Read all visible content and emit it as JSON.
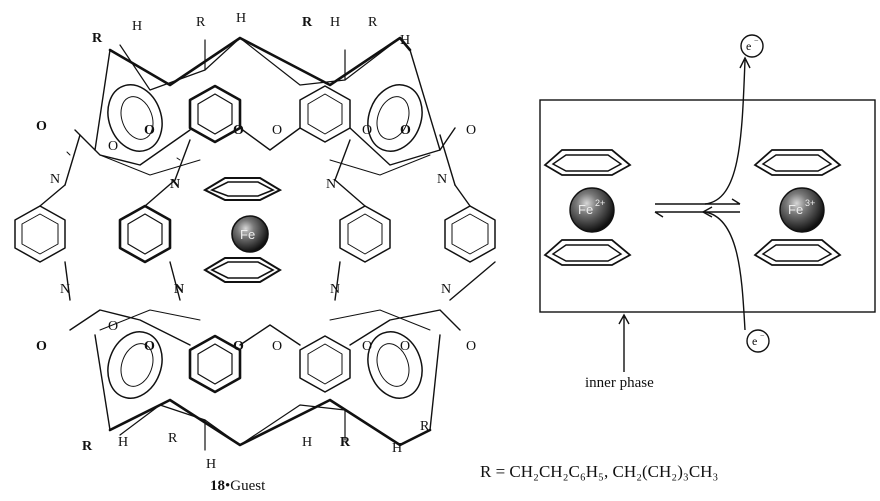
{
  "molecule": {
    "compound_number": "18",
    "compound_suffix": "•Guest",
    "atoms": {
      "R": "R",
      "H": "H",
      "O": "O",
      "N": "N",
      "Fe": "Fe"
    }
  },
  "scheme": {
    "left_metal": "Fe",
    "left_charge": "2+",
    "right_metal": "Fe",
    "right_charge": "3+",
    "electron": "e",
    "electron_charge": "−",
    "inner_phase_label": "inner phase"
  },
  "substituent_definition": "R = CH₂CH₂C₆H₅, CH₂(CH₂)₃CH₃",
  "colors": {
    "ink": "#111111",
    "sphere_dark": "#1a1a1a",
    "sphere_light": "#bdbdbd"
  }
}
